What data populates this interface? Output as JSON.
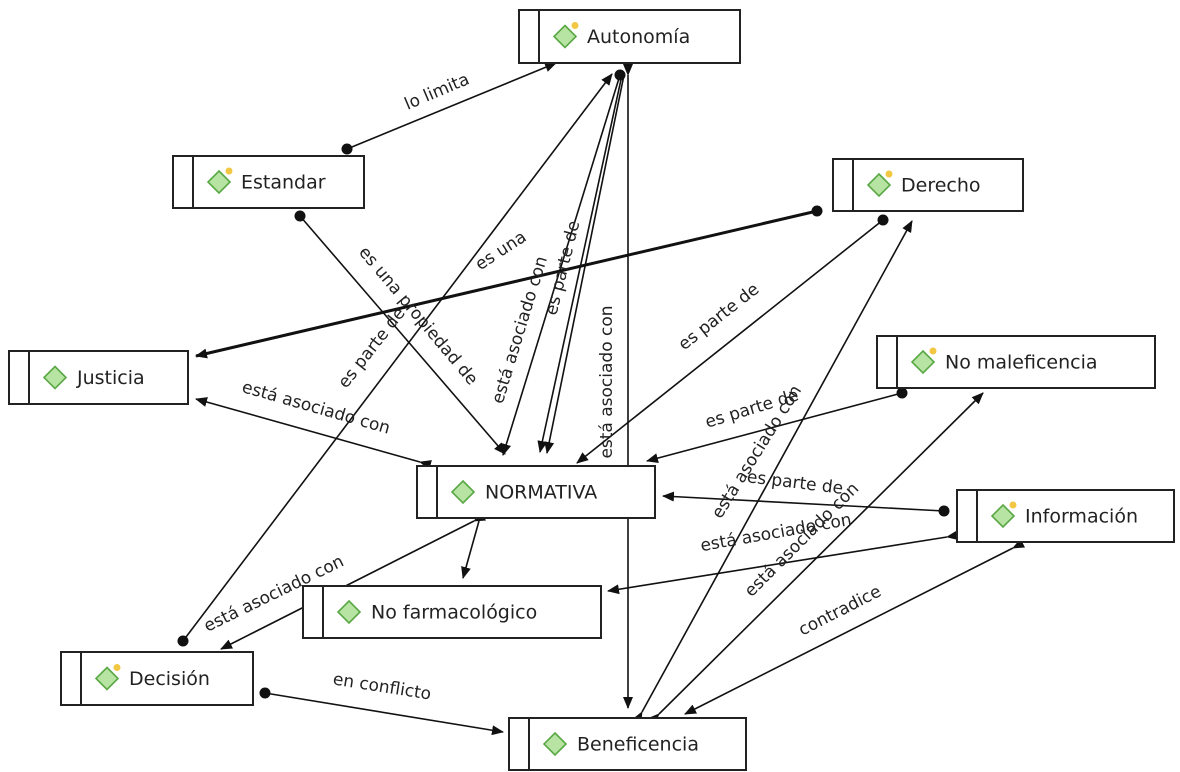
{
  "colors": {
    "icon_fill": "#b7e4a3",
    "icon_stroke": "#5aa845",
    "icon_dot": "#f2c744",
    "line": "#111111"
  },
  "icons": {
    "concept": "concept-diamond-icon"
  },
  "nodes": [
    {
      "id": "autonomia",
      "label": "Autonomía",
      "has_dot": true
    },
    {
      "id": "estandar",
      "label": "Estandar",
      "has_dot": true
    },
    {
      "id": "derecho",
      "label": "Derecho",
      "has_dot": true
    },
    {
      "id": "justicia",
      "label": "Justicia",
      "has_dot": false
    },
    {
      "id": "no-maleficencia",
      "label": "No maleficencia",
      "has_dot": true
    },
    {
      "id": "normativa",
      "label": "NORMATIVA",
      "has_dot": false
    },
    {
      "id": "informacion",
      "label": "Información",
      "has_dot": true
    },
    {
      "id": "no-farmacologico",
      "label": "No farmacológico",
      "has_dot": false
    },
    {
      "id": "decision",
      "label": "Decisión",
      "has_dot": true
    },
    {
      "id": "beneficencia",
      "label": "Beneficencia",
      "has_dot": false
    }
  ],
  "edges": [
    {
      "from": "estandar",
      "to": "autonomia",
      "label": "lo limita"
    },
    {
      "from": "estandar",
      "to": "normativa",
      "label": "es una propiedad de"
    },
    {
      "from": "derecho",
      "to": "justicia",
      "label": ""
    },
    {
      "from": "decision",
      "to": "autonomia",
      "label": "es parte de"
    },
    {
      "from": "autonomia",
      "to": "normativa",
      "label": "es una"
    },
    {
      "from": "autonomia",
      "to": "normativa",
      "label": "está asociado con"
    },
    {
      "from": "autonomia",
      "to": "normativa",
      "label": "es parte de"
    },
    {
      "from": "autonomia",
      "to": "beneficencia",
      "label": "está asociado con"
    },
    {
      "from": "derecho",
      "to": "normativa",
      "label": "es parte de"
    },
    {
      "from": "justicia",
      "to": "normativa",
      "label": "está asociado con"
    },
    {
      "from": "no-maleficencia",
      "to": "normativa",
      "label": "es parte de"
    },
    {
      "from": "beneficencia",
      "to": "derecho",
      "label": "está asociado con"
    },
    {
      "from": "informacion",
      "to": "normativa",
      "label": "es parte de"
    },
    {
      "from": "beneficencia",
      "to": "no-maleficencia",
      "label": "está asociado con"
    },
    {
      "from": "informacion",
      "to": "no-farmacologico",
      "label": "está asociado con"
    },
    {
      "from": "normativa",
      "to": "no-farmacologico",
      "label": ""
    },
    {
      "from": "normativa",
      "to": "decision",
      "label": "está asociado con"
    },
    {
      "from": "decision",
      "to": "beneficencia",
      "label": "en conflicto"
    },
    {
      "from": "informacion",
      "to": "beneficencia",
      "label": "contradice"
    }
  ]
}
